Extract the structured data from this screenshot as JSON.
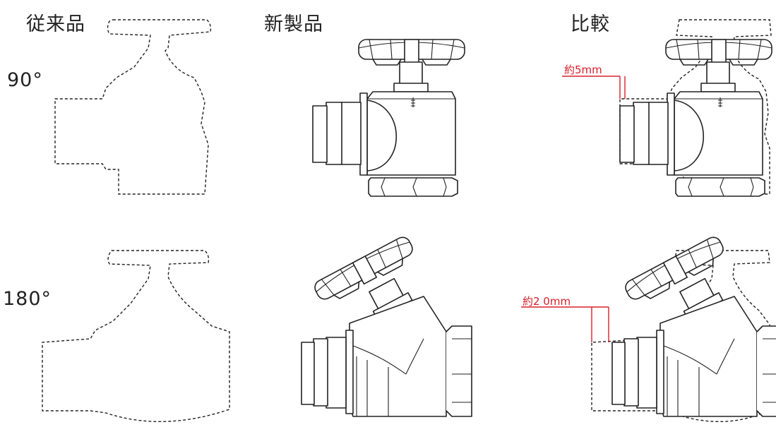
{
  "headers": {
    "conventional": "従来品",
    "new_product": "新製品",
    "comparison": "比較"
  },
  "angles": {
    "deg90": "90°",
    "deg180": "180°"
  },
  "annotations": {
    "diff_90": "約5mm",
    "diff_180": "約2 0mm"
  },
  "colors": {
    "annotation": "#d8202a",
    "line": "#222222"
  }
}
